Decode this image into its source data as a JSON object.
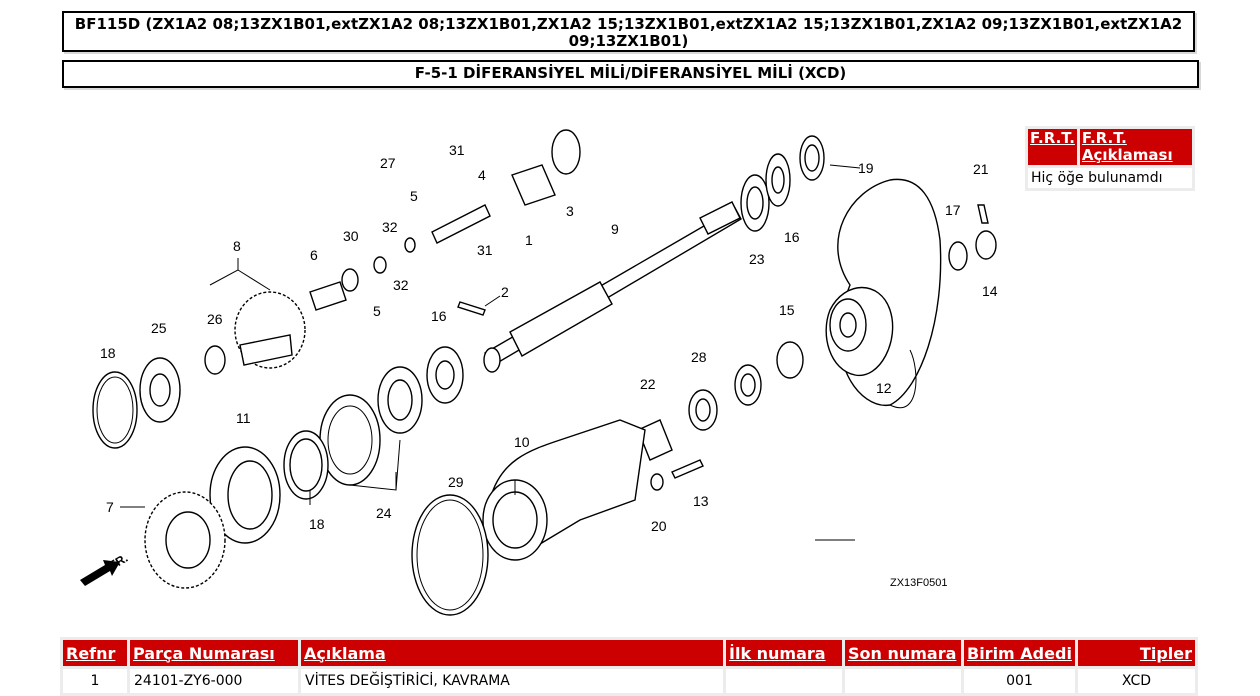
{
  "header": {
    "model_title": "BF115D (ZX1A2 08;13ZX1B01,extZX1A2 08;13ZX1B01,ZX1A2 15;13ZX1B01,extZX1A2 15;13ZX1B01,ZX1A2 09;13ZX1B01,extZX1A2 09;13ZX1B01)",
    "section_title": "F-5-1 DİFERANSİYEL MİLİ/DİFERANSİYEL MİLİ (XCD)"
  },
  "diagram": {
    "code": "ZX13F0501",
    "direction_label": "FR.",
    "callouts": [
      "1",
      "2",
      "3",
      "4",
      "5",
      "5",
      "6",
      "7",
      "8",
      "9",
      "10",
      "11",
      "12",
      "13",
      "14",
      "15",
      "16",
      "16",
      "17",
      "18",
      "18",
      "19",
      "20",
      "21",
      "22",
      "23",
      "24",
      "25",
      "26",
      "27",
      "28",
      "29",
      "30",
      "31",
      "31",
      "32",
      "32"
    ]
  },
  "frt": {
    "headers": [
      "F.R.T.",
      "F.R.T. Açıklaması"
    ],
    "empty_message": "Hiç öğe bulunamdı"
  },
  "parts_table": {
    "headers": [
      "Refnr",
      "Parça Numarası",
      "Açıklama",
      "İlk numara",
      "Son numara",
      "Birim Adedi",
      "Tipler"
    ],
    "rows": [
      [
        "1",
        "24101-ZY6-000",
        "VİTES DEĞİŞTİRİCİ, KAVRAMA",
        "",
        "",
        "001",
        "XCD"
      ]
    ]
  }
}
